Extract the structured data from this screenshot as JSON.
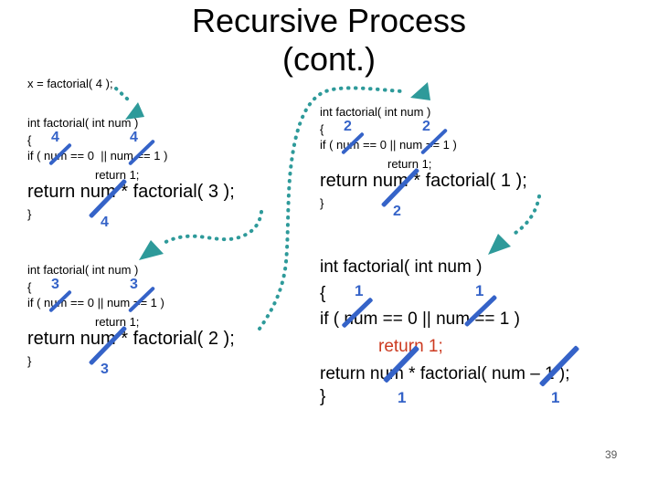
{
  "title": {
    "line1": "Recursive Process",
    "line2": "(cont.)"
  },
  "intro_code": "x = factorial( 4 );",
  "page_number": "39",
  "colors": {
    "teal": "#2E9A9A",
    "blue": "#3563C8",
    "red": "#CC3A20",
    "ink": "#000000",
    "gray": "#595959"
  },
  "blocks": [
    {
      "signature": "int factorial( int num )",
      "open_brace": "{",
      "if_line": "if ( num == 0  || num == 1 )",
      "base_return": "return 1;",
      "recursive_return": "return num * factorial( 3 );",
      "close_brace": "}",
      "substituted_value": "4"
    },
    {
      "signature": "int factorial( int num )",
      "open_brace": "{",
      "if_line": "if ( num == 0 || num == 1 )",
      "base_return": "return 1;",
      "recursive_return": "return num * factorial( 2 );",
      "close_brace": "}",
      "substituted_value": "3"
    },
    {
      "signature": "int factorial( int num )",
      "open_brace": "{",
      "if_line": "if ( num == 0 || num == 1 )",
      "base_return": "return 1;",
      "recursive_return": "return num * factorial( 1 );",
      "close_brace": "}",
      "substituted_value": "2"
    },
    {
      "signature": "int factorial( int num )",
      "open_brace": "{",
      "if_line": "if ( num == 0 || num == 1 )",
      "base_return": "return 1;",
      "recursive_return": "return num * factorial( num – 1 );",
      "close_brace": "}",
      "substituted_value": "1"
    }
  ]
}
